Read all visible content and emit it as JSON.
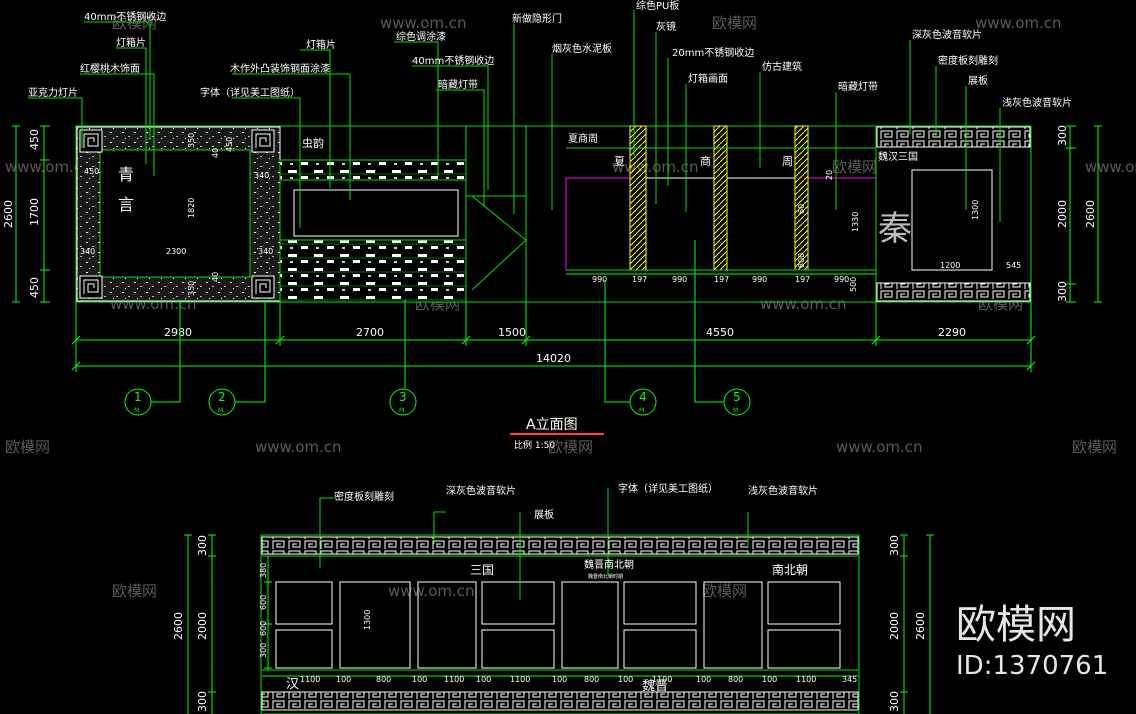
{
  "colors": {
    "line": "#00e000",
    "dim": "#00ff00",
    "cyan": "#00ffff",
    "magenta": "#ff00ff",
    "yellow": "#ffff00",
    "text": "#ffffff"
  },
  "watermark": {
    "brand": "欧模网",
    "site": "www.om.cn",
    "big": "欧模网",
    "id": "ID:1370761"
  },
  "elevation_a": {
    "title": "A立面图",
    "scale": "比例 1:50",
    "callouts": {
      "c1": "40mm不锈钢收边",
      "c2": "灯箱片",
      "c3": "红樱桃木饰面",
      "c4": "亚克力灯片",
      "c5": "灯箱片",
      "c6": "木作外凸装饰钢面涂漆",
      "c7": "字体（详见美工图纸）",
      "c8": "综色调涂漆",
      "c9": "40mm不锈钢收边",
      "c10": "暗藏灯带",
      "c11": "新做隐形门",
      "c12": "烟灰色水泥板",
      "c13": "综色PU板",
      "c14": "灰镜",
      "c15": "20mm不锈钢收边",
      "c16": "灯箱画面",
      "c17": "仿古建筑",
      "c18": "暗藏灯带",
      "c19": "深灰色波音软片",
      "c20": "密度板刻雕刻",
      "c21": "展板",
      "c22": "浅灰色波音软片"
    },
    "inner_text": {
      "t1": "虫韵",
      "t2": "夏商周",
      "t3": "夏",
      "t4": "商",
      "t5": "周",
      "t6": "魏汉三国",
      "t7": "秦",
      "t8": "青",
      "t9": "言"
    },
    "small_dims": {
      "d450a": "450",
      "d450b": "450",
      "d340a": "340",
      "d340b": "340",
      "d2300": "2300",
      "d1820": "1820",
      "d350a": "350",
      "d350b": "350",
      "d40a": "40",
      "d40b": "40",
      "d340c": "340",
      "d1200": "1200",
      "d1300": "1300",
      "d545": "545",
      "d20": "20",
      "d1330": "1330",
      "d800": "800",
      "d500": "500",
      "d60": "60"
    },
    "bottom_small": [
      "990",
      "197",
      "990",
      "197",
      "990",
      "197",
      "990"
    ],
    "left_dims": {
      "top": "450",
      "mid": "1700",
      "bot": "450",
      "total": "2600"
    },
    "right_dims": {
      "top": "300",
      "mid": "2000",
      "bot": "300",
      "total": "2600"
    },
    "bottom_dims": [
      "2980",
      "2700",
      "1500",
      "4550",
      "2290"
    ],
    "total": "14020",
    "axes": [
      "1",
      "2",
      "3",
      "4",
      "5"
    ],
    "axis_sub": "M"
  },
  "elevation_b": {
    "callouts": {
      "b1": "密度板刻雕刻",
      "b2": "深灰色波音软片",
      "b3": "展板",
      "b4": "字体（详见美工图纸）",
      "b5": "浅灰色波音软片"
    },
    "inner_text": {
      "t1": "三国",
      "t2": "魏晋南北朝",
      "t3": "南北朝",
      "t4": "汉",
      "t5": "魏晋",
      "t6": "魏晋南北朝时期"
    },
    "left_dims": {
      "top": "300",
      "mid": "2000",
      "bot": "300",
      "total": "2600"
    },
    "right_dims": {
      "top": "300",
      "mid": "2000",
      "bot": "300",
      "total": "2600"
    },
    "small_v": [
      "380",
      "600",
      "600",
      "300",
      "1300"
    ],
    "bottom_small": [
      "1100",
      "100",
      "800",
      "100",
      "1100",
      "100",
      "1100",
      "100",
      "800",
      "100",
      "1100",
      "100",
      "800",
      "100",
      "1100",
      "345"
    ]
  }
}
